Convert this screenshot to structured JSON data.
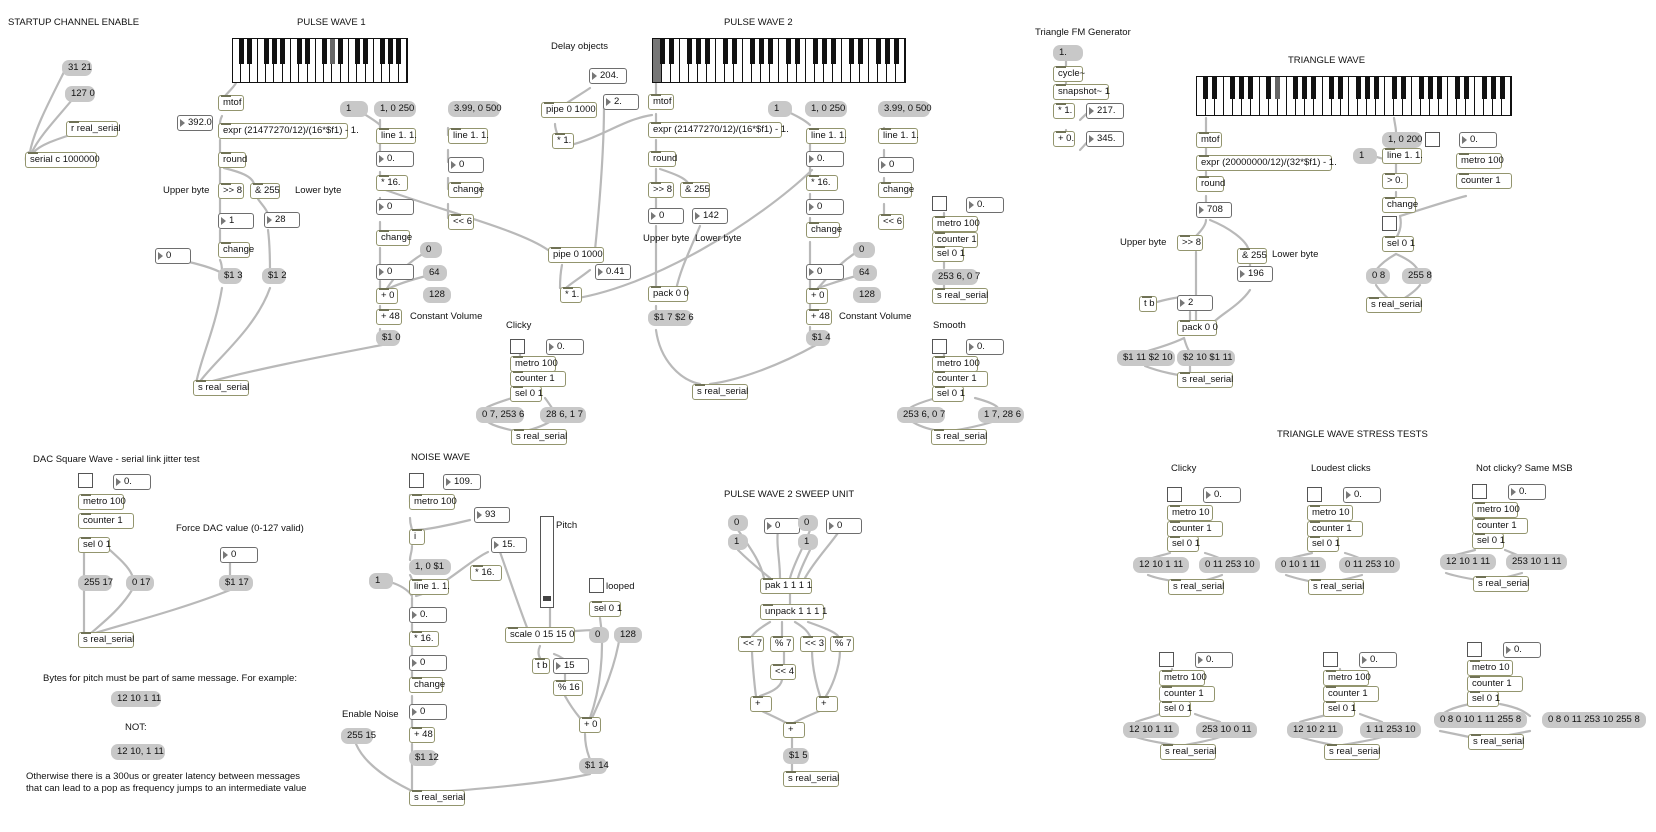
{
  "comments": {
    "startup": "STARTUP CHANNEL ENABLE",
    "pulse1": "PULSE WAVE 1",
    "pulse2": "PULSE WAVE 2",
    "delay": "Delay objects",
    "tri_fm": "Triangle FM Generator",
    "triangle": "TRIANGLE WAVE",
    "upper1": "Upper byte",
    "lower1": "Lower byte",
    "upper2": "Upper byte",
    "lower2": "Lower byte",
    "upper3": "Upper byte",
    "lower3": "Lower byte",
    "constvol1": "Constant Volume",
    "constvol2": "Constant Volume",
    "clicky1": "Clicky",
    "smooth": "Smooth",
    "stress": "TRIANGLE WAVE STRESS TESTS",
    "clicky2": "Clicky",
    "loudest": "Loudest clicks",
    "notclicky": "Not clicky? Same MSB",
    "dac": "DAC Square Wave - serial link jitter test",
    "force_dac": "Force DAC value (0-127 valid)",
    "noise": "NOISE WAVE",
    "pitch": "Pitch",
    "looped": "looped",
    "sweep": "PULSE WAVE 2 SWEEP UNIT",
    "enable_noise": "Enable Noise",
    "bytes_note": "Bytes for pitch must be part of same message. For example:",
    "not": "NOT:",
    "latency1": "Otherwise there is a 300us or greater latency between messages",
    "latency2": "that can lead to a pop as frequency jumps to an intermediate value"
  },
  "startup": {
    "m1": "31 21",
    "m2": "127 0",
    "r": "r real_serial",
    "serial": "serial c 1000000"
  },
  "pulse1": {
    "mtof": "mtof",
    "n_freq": "392.0",
    "expr": "expr (21477270/12)/(16*$f1) - 1.",
    "round": "round",
    "shr": ">> 8",
    "and": "& 255",
    "n_hi": "1",
    "n_lo": "28",
    "change": "change",
    "n_zero": "0",
    "m_hi": "$1 3",
    "m_lo": "$1 2",
    "m_one": "1",
    "m_ramp": "1, 0 250",
    "line": "line 1. 1.",
    "n_line": "0.",
    "mul16": "* 16.",
    "n_int": "0",
    "change2": "change",
    "n_vol": "0",
    "m_zero": "0",
    "m_64": "64",
    "m_128": "128",
    "plus0": "+ 0",
    "plus48": "+ 48",
    "m_out": "$1 0",
    "m_ramp2": "3.99, 0 500",
    "line2": "line 1. 1.",
    "n2": "0",
    "change3": "change",
    "shl6": "<< 6",
    "send": "s real_serial"
  },
  "delay": {
    "n204": "204.",
    "n2": "2.",
    "pipe1": "pipe 0 1000",
    "mul1": "* 1.",
    "pipe2": "pipe 0 1000",
    "n041": "0.41",
    "mul1b": "* 1."
  },
  "pulse2": {
    "mtof": "mtof",
    "expr": "expr (21477270/12)/(16*$f1) - 1.",
    "round": "round",
    "shr": ">> 8",
    "and": "& 255",
    "n_hi": "0",
    "n_lo": "142",
    "pack": "pack 0 0",
    "m_out": "$1 7 $2 6",
    "m_one": "1",
    "m_ramp": "1, 0 250",
    "line": "line 1. 1.",
    "n_line": "0.",
    "mul16": "* 16.",
    "n_int": "0",
    "change": "change",
    "n_vol": "0",
    "m_zero": "0",
    "m_64": "64",
    "m_128": "128",
    "plus0": "+ 0",
    "plus48": "+ 48",
    "m_out2": "$1 4",
    "m_ramp2": "3.99, 0 500",
    "line2": "line 1. 1.",
    "n2": "0",
    "change2": "change",
    "shl6": "<< 6",
    "send": "s real_serial"
  },
  "clicky": {
    "n": "0.",
    "metro": "metro 100",
    "counter": "counter 1",
    "sel": "sel 0 1",
    "m1": "0 7, 253 6",
    "m2": "28 6, 1 7",
    "send": "s real_serial"
  },
  "smooth_top": {
    "n": "0.",
    "metro": "metro 100",
    "counter": "counter 1",
    "sel": "sel 0 1",
    "m1": "253 6, 0 7",
    "send": "s real_serial"
  },
  "smooth": {
    "n": "0.",
    "metro": "metro 100",
    "counter": "counter 1",
    "sel": "sel 0 1",
    "m1": "253 6, 0 7",
    "m2": "1 7, 28 6",
    "send": "s real_serial"
  },
  "trifm": {
    "m1": "1.",
    "cycle": "cycle~",
    "snap": "snapshot~ 1",
    "mul": "* 1.",
    "n217": "217.",
    "plus": "+ 0.",
    "n345": "345."
  },
  "triangle": {
    "mtof": "mtof",
    "expr": "expr (20000000/12)/(32*$f1) - 1.",
    "round": "round",
    "n708": "708",
    "shr": ">> 8",
    "and": "& 255",
    "n196": "196",
    "tb": "t b",
    "n2": "2",
    "pack": "pack 0 0",
    "m1": "$1 11 $2 10",
    "m2": "$2 10 $1 11",
    "send": "s real_serial",
    "m_ramp": "1, 0 200",
    "m_one": "1",
    "line": "line 1. 1.",
    "gt": "> 0.",
    "change": "change",
    "sel": "sel 0 1",
    "m08": "0 8",
    "m2558": "255 8",
    "send2": "s real_serial",
    "n0": "0.",
    "metro": "metro 100",
    "counter": "counter 1"
  },
  "stress": [
    {
      "n": "0.",
      "metro": "metro 10",
      "counter": "counter 1",
      "sel": "sel 0 1",
      "m1": "12 10 1 11",
      "m2": "0 11 253 10",
      "send": "s real_serial"
    },
    {
      "n": "0.",
      "metro": "metro 10",
      "counter": "counter 1",
      "sel": "sel 0 1",
      "m1": "0 10 1 11",
      "m2": "0 11 253 10",
      "send": "s real_serial"
    },
    {
      "n": "0.",
      "metro": "metro 100",
      "counter": "counter 1",
      "sel": "sel 0 1",
      "m1": "12 10 1 11",
      "m2": "253 10 1 11",
      "send": "s real_serial"
    },
    {
      "n": "0.",
      "metro": "metro 100",
      "counter": "counter 1",
      "sel": "sel 0 1",
      "m1": "12 10 1 11",
      "m2": "253 10 0 11",
      "send": "s real_serial"
    },
    {
      "n": "0.",
      "metro": "metro 100",
      "counter": "counter 1",
      "sel": "sel 0 1",
      "m1": "12 10 2 11",
      "m2": "1 11 253 10",
      "send": "s real_serial"
    },
    {
      "n": "0.",
      "metro": "metro 10",
      "counter": "counter 1",
      "sel": "sel 0 1",
      "m1": "0 8 0 10 1 11 255 8",
      "m2": "0 8 0 11 253 10 255 8",
      "send": "s real_serial"
    }
  ],
  "dac": {
    "n": "0.",
    "metro": "metro 100",
    "counter": "counter 1",
    "sel": "sel 0 1",
    "m1": "255 17",
    "m2": "0 17",
    "n_force": "0",
    "m3": "$1 17",
    "send": "s real_serial"
  },
  "noise": {
    "n109": "109.",
    "metro": "metro 100",
    "n93": "93",
    "i": "i",
    "n15": "15.",
    "m_ramp": "1, 0 $1",
    "m_one": "1",
    "line": "line 1. 1.",
    "mul16b": "* 16.",
    "n_line": "0.",
    "mul16": "* 16.",
    "n_int": "0",
    "change": "change",
    "n_vol": "0",
    "plus48": "+ 48",
    "m_out": "$1 12",
    "m_enable": "255 15",
    "send": "s real_serial",
    "scale": "scale 0 15 15 0",
    "sel": "sel 0 1",
    "m0": "0",
    "m128": "128",
    "tb": "t b",
    "n15b": "15",
    "mod16": "% 16",
    "plus0": "+ 0",
    "m_out2": "$1 14",
    "pitch_level": 0.05
  },
  "sweep": {
    "m0a": "0",
    "m1a": "1",
    "n0a": "0",
    "m0b": "0",
    "m1b": "1",
    "n0b": "0",
    "pak": "pak 1 1 1 1",
    "unpack": "unpack 1 1 1 1",
    "shl7": "<< 7",
    "mod7a": "% 7",
    "shl3": "<< 3",
    "mod7b": "% 7",
    "shl4": "<< 4",
    "plus1": "+",
    "plus2": "+",
    "plus3": "+",
    "m_out": "$1 5",
    "send": "s real_serial"
  },
  "notes": {
    "ex1": "12 10 1 11",
    "ex2": "12 10, 1 11"
  }
}
